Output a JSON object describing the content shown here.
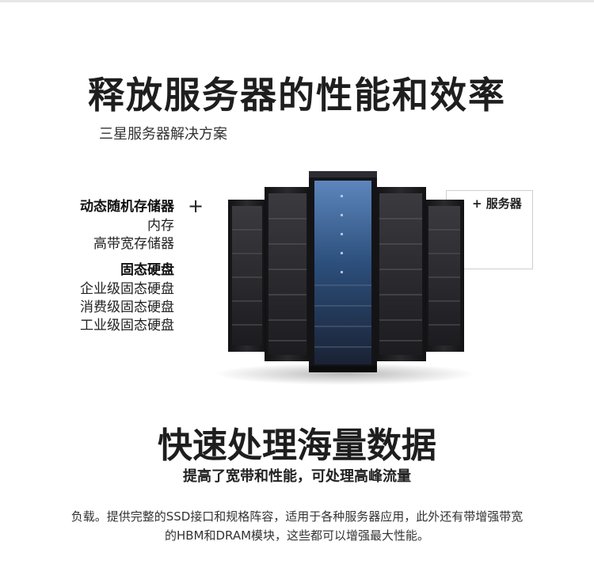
{
  "hero": {
    "headline": "释放服务器的性能和效率",
    "subtitle": "三星服务器解决方案"
  },
  "memory_list": {
    "dram_heading": "动态随机存储器",
    "dram_items": [
      "内存",
      "高带宽存储器"
    ],
    "ssd_heading": "固态硬盘",
    "ssd_items": [
      "企业级固态硬盘",
      "消费级固态硬盘",
      "工业级固态硬盘"
    ],
    "plus": "+"
  },
  "server_label": "+ 服务器",
  "section2": {
    "headline": "快速处理海量数据",
    "subheadline": "提高了宽带和性能，可处理高峰流量",
    "paragraph_line1": "负载。提供完整的SSD接口和规格阵容，适用于各种服务器应用，此外还有带增强带宽",
    "paragraph_line2": "的HBM和DRAM模块，这些都可以增强最大性能。"
  },
  "colors": {
    "rack_dark": "#1b1b1d",
    "rack_highlight": "#4a6e9e",
    "text": "#222222"
  }
}
